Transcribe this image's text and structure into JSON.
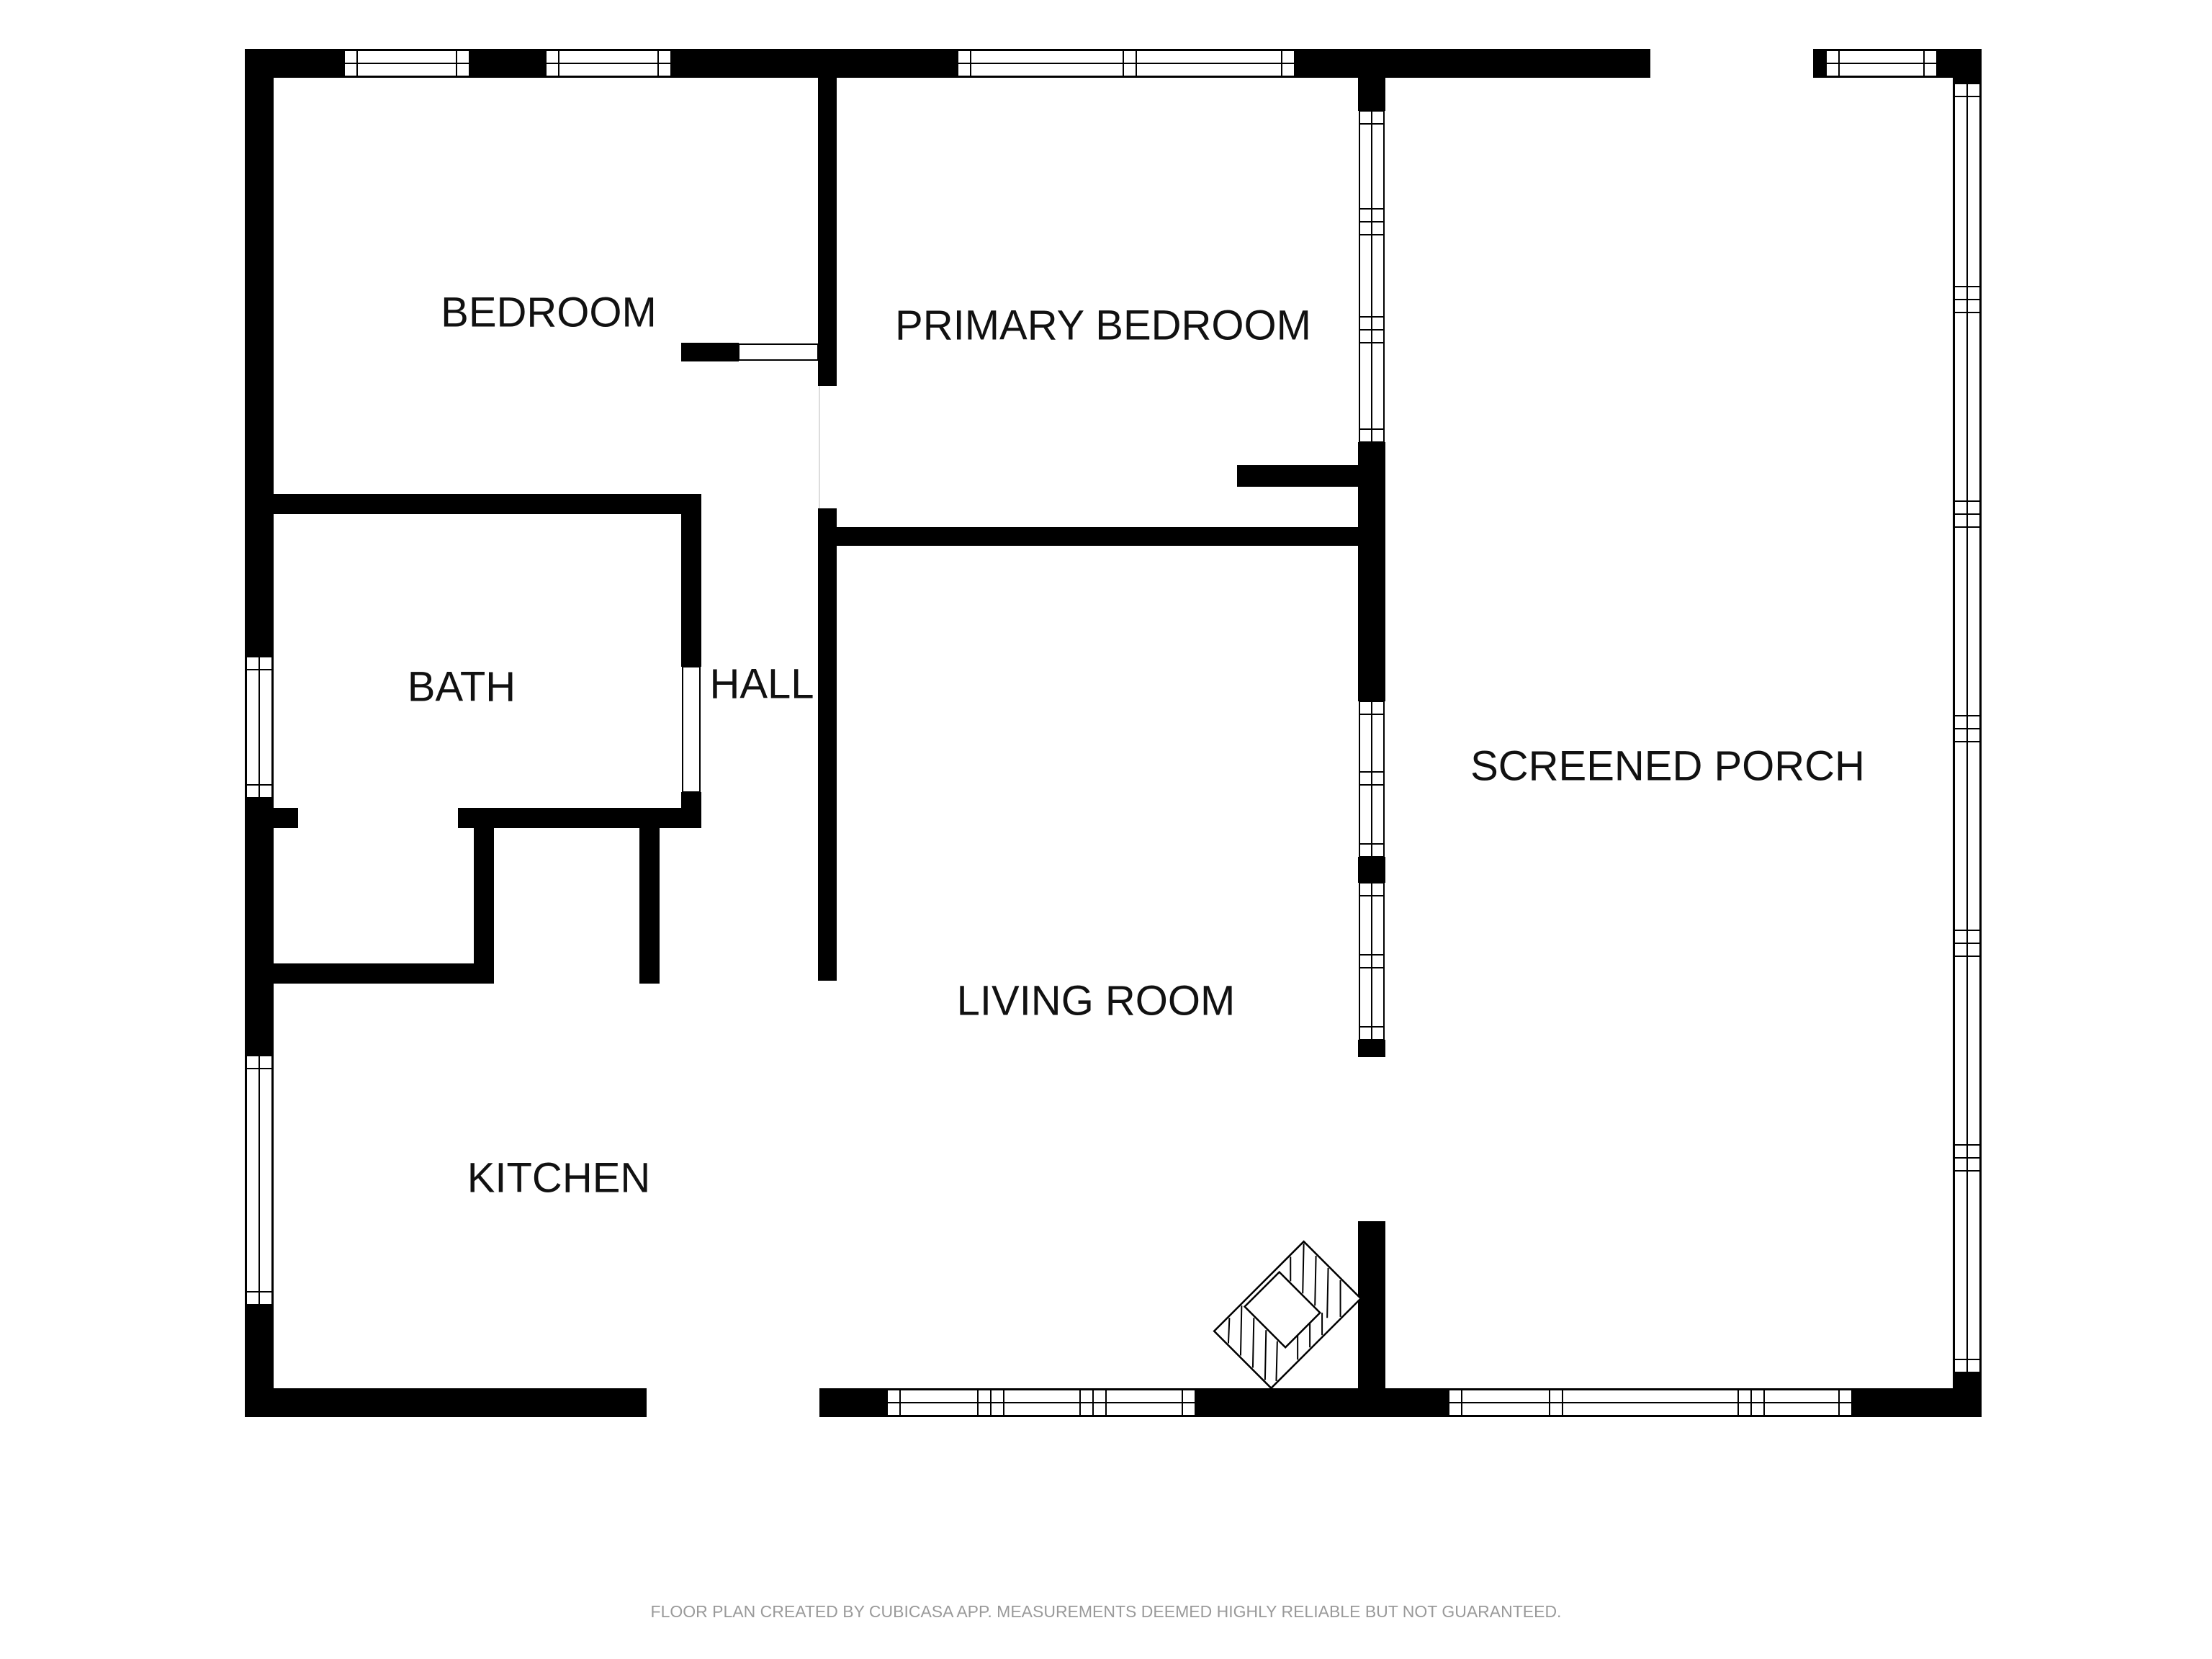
{
  "rooms": {
    "bedroom": "BEDROOM",
    "primary_bedroom": "PRIMARY BEDROOM",
    "bath": "BATH",
    "hall": "HALL",
    "screened_porch": "SCREENED PORCH",
    "living_room": "LIVING ROOM",
    "kitchen": "KITCHEN"
  },
  "footer": "FLOOR PLAN CREATED BY CUBICASA APP. MEASUREMENTS DEEMED HIGHLY RELIABLE BUT NOT GUARANTEED.",
  "colors": {
    "wall": "#000000",
    "background": "#ffffff",
    "footer_text": "#9a9a9a"
  },
  "icons": {
    "fireplace": "fireplace-icon"
  }
}
